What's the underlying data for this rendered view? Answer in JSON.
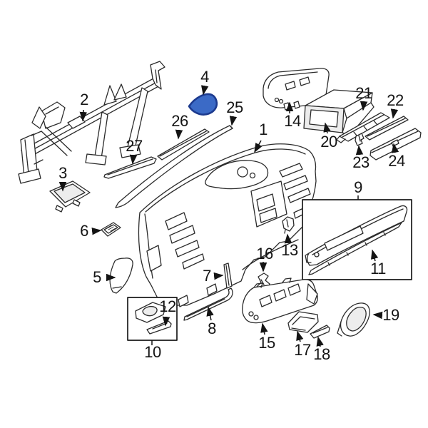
{
  "diagram": {
    "highlighted_part": "4",
    "highlight_fill": "#3b6ac6",
    "highlight_stroke": "#1c3a8e",
    "line_color": "#2b2b2b",
    "background": "#ffffff"
  },
  "callouts": {
    "c1": "1",
    "c2": "2",
    "c3": "3",
    "c4": "4",
    "c5": "5",
    "c6": "6",
    "c7": "7",
    "c8": "8",
    "c9": "9",
    "c10": "10",
    "c11": "11",
    "c12": "12",
    "c13": "13",
    "c14": "14",
    "c15": "15",
    "c16": "16",
    "c17": "17",
    "c18": "18",
    "c19": "19",
    "c20": "20",
    "c21": "21",
    "c22": "22",
    "c23": "23",
    "c24": "24",
    "c25": "25",
    "c26": "26",
    "c27": "27"
  }
}
